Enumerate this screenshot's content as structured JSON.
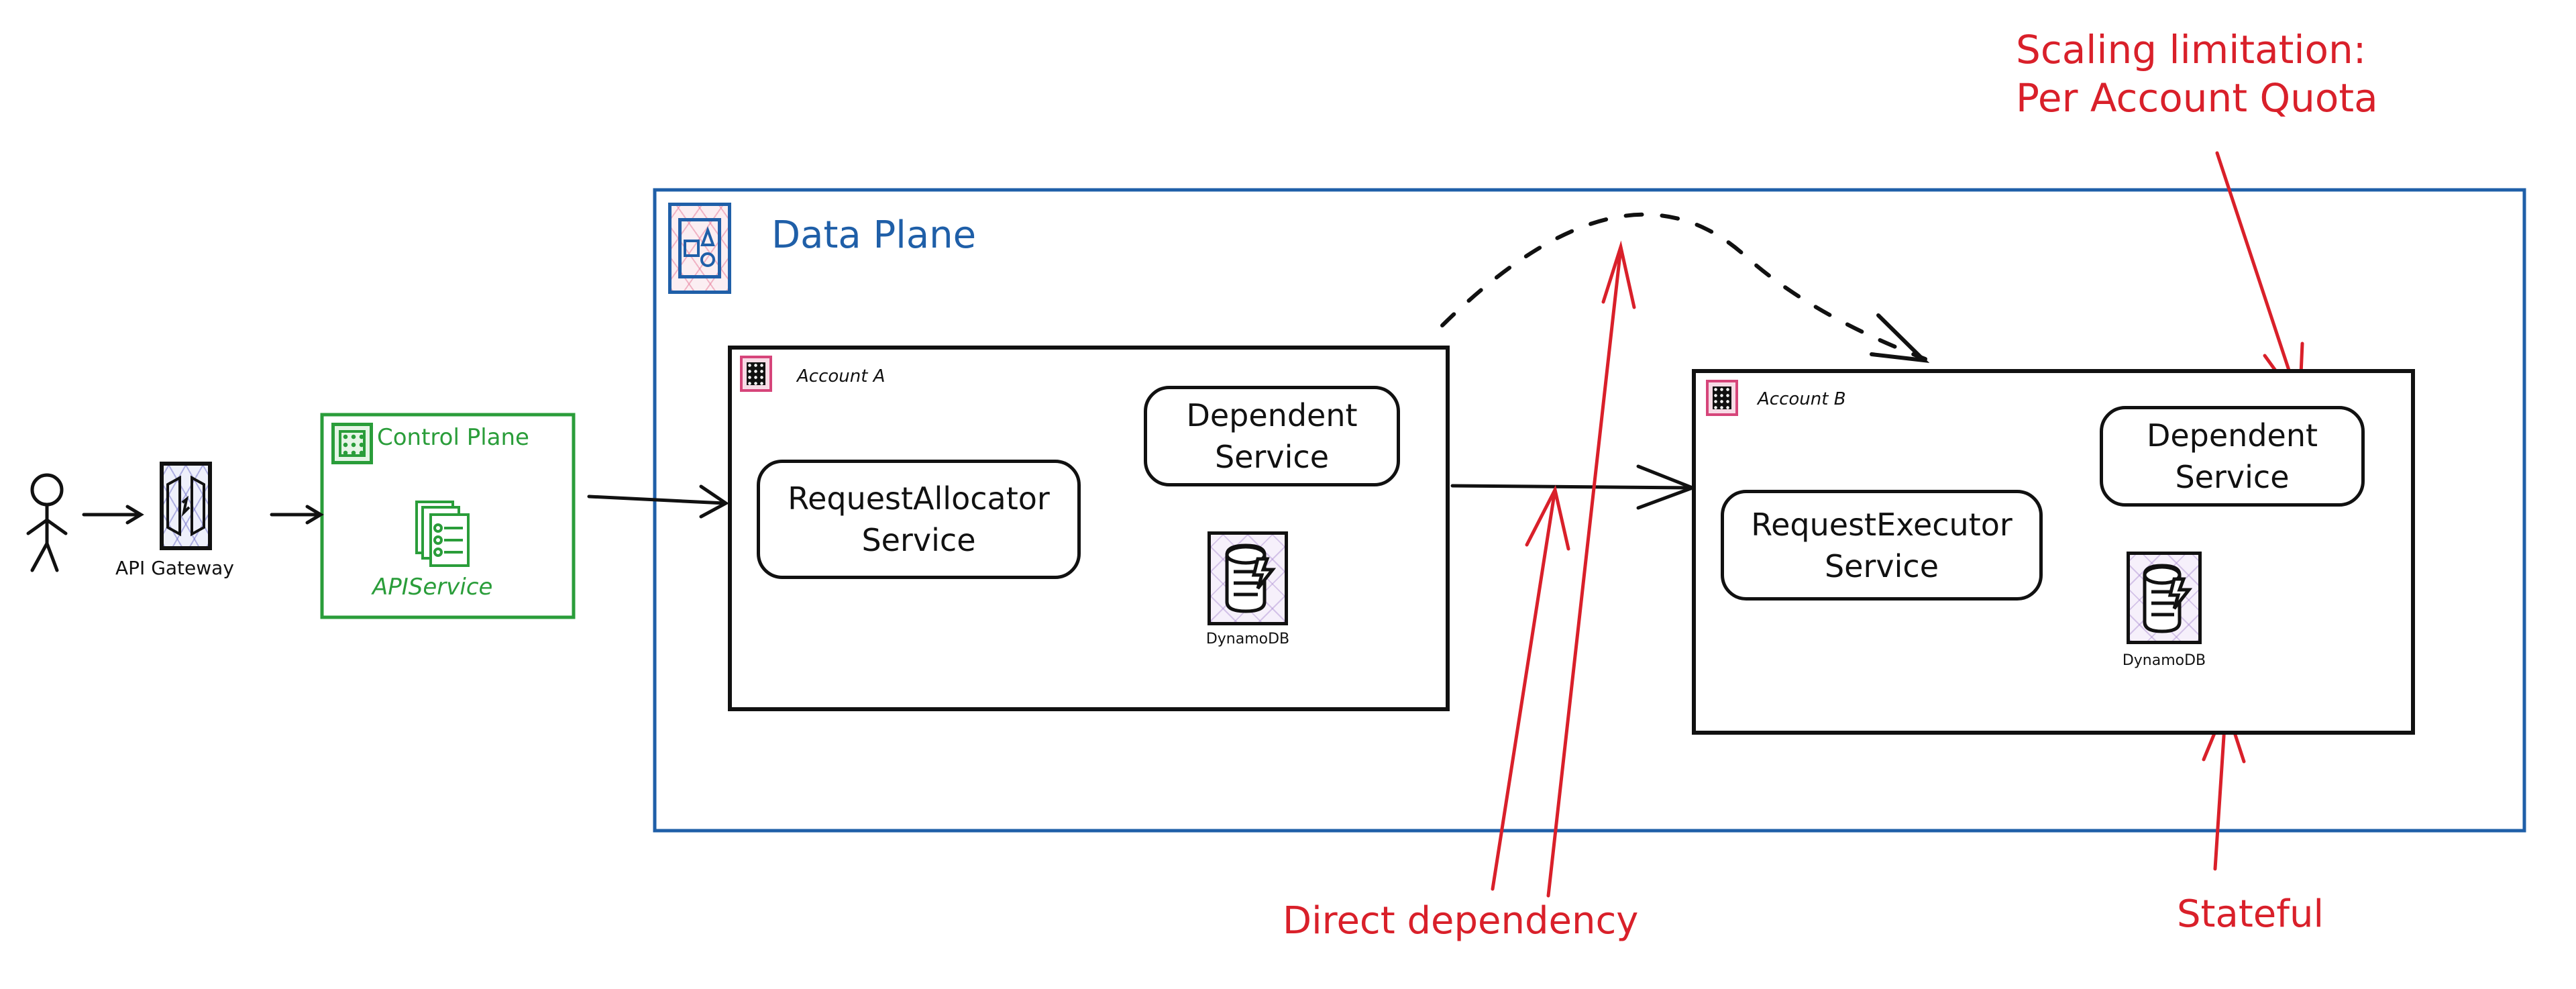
{
  "diagram": {
    "actor": {
      "name": "user"
    },
    "api_gateway": {
      "label": "API Gateway"
    },
    "control_plane": {
      "title": "Control Plane",
      "service_label": "APIService",
      "color": "#2a9d3a"
    },
    "data_plane": {
      "title": "Data Plane",
      "color": "#1f6fbf"
    },
    "account_a": {
      "title": "Account A",
      "primary_service": [
        "RequestAllocator",
        "Service"
      ],
      "dependent_service": [
        "Dependent",
        "Service"
      ],
      "database_label": "DynamoDB"
    },
    "account_b": {
      "title": "Account B",
      "primary_service": [
        "RequestExecutor",
        "Service"
      ],
      "dependent_service": [
        "Dependent",
        "Service"
      ],
      "database_label": "DynamoDB"
    },
    "annotations": {
      "scaling": [
        "Scaling limitation:",
        "Per Account Quota"
      ],
      "direct_dependency": "Direct dependency",
      "stateful": "Stateful",
      "color": "#d9202a"
    }
  }
}
